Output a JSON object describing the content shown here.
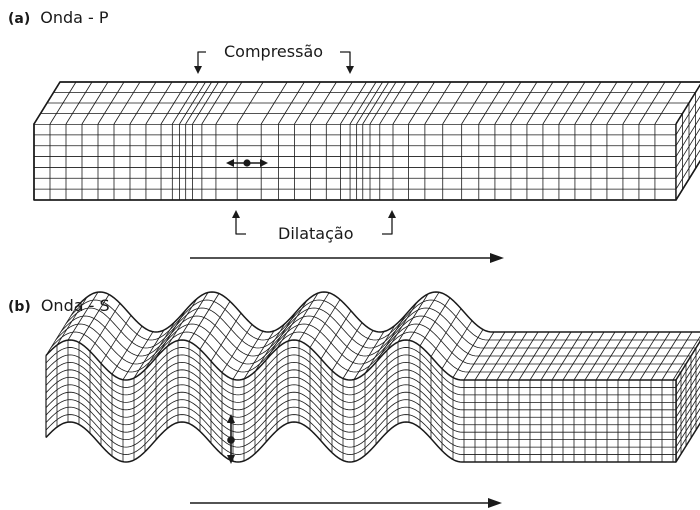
{
  "panels": [
    {
      "tag": "(a)",
      "title": "Onda - P",
      "label_top": "Compressão",
      "label_bottom": "Dilatação"
    },
    {
      "tag": "(b)",
      "title": "Onda - S"
    }
  ],
  "colors": {
    "ink": "#1a1a1a",
    "paper": "#ffffff"
  }
}
